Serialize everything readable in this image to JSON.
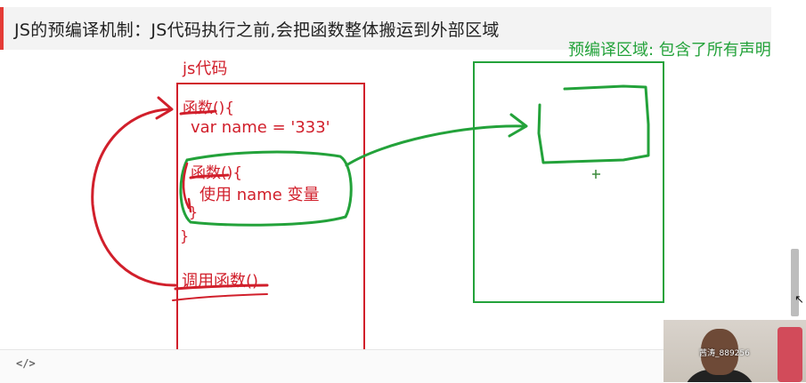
{
  "banner": {
    "title": "JS的预编译机制：JS代码执行之前,会把函数整体搬运到外部区域"
  },
  "left_box": {
    "title": "js代码",
    "func1_name": "函数(){",
    "func1_body": "var name = '333'",
    "func2_name": "函数(){",
    "func2_body": "使用 name 变量",
    "func2_close": "}",
    "func1_close": "}",
    "call": "调用函数()"
  },
  "right_box": {
    "title": "预编译区域: 包含了所有声明"
  },
  "bottom_bar": {
    "code_icon": "</>"
  },
  "webcam": {
    "overlay_name": "茜涛_889256"
  },
  "colors": {
    "red_ink": "#d11f2b",
    "green_ink": "#23a23a",
    "banner_bg": "#f3f3f3",
    "banner_accent": "#e43b36"
  }
}
